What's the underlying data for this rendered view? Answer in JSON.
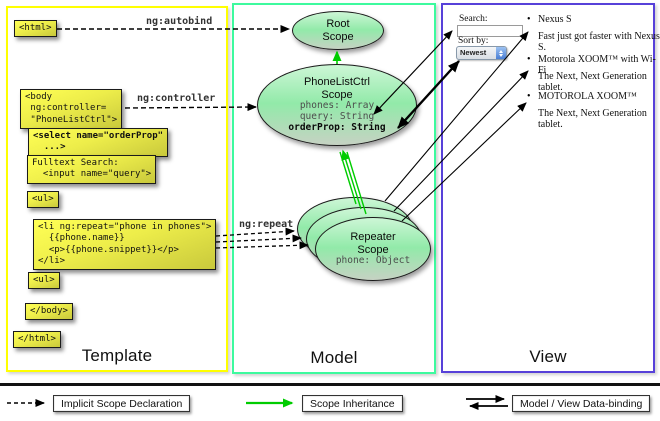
{
  "panels": {
    "template": {
      "title": "Template"
    },
    "model": {
      "title": "Model"
    },
    "view": {
      "title": "View"
    }
  },
  "template": {
    "boxes": {
      "html_open": "<html>",
      "body_open": "<body\n ng:controller=\n \"PhoneListCtrl\">",
      "select": "<select name=\"orderProp\"\n  ...>",
      "fulltext": "Fulltext Search:\n  <input name=\"query\">",
      "ul_open": "<ul>",
      "li_repeat": "<li ng:repeat=\"phone in phones\">\n  {{phone.name}}\n  <p>{{phone.snippet}}</p>\n</li>",
      "ul_close": "<ul>",
      "body_close": "</body>",
      "html_close": "</html>"
    },
    "labels": {
      "autobind": "ng:autobind",
      "controller": "ng:controller",
      "repeat": "ng:repeat"
    }
  },
  "model": {
    "root_scope": {
      "title": "Root\nScope"
    },
    "phonelist_scope": {
      "title": "PhoneListCtrl\nScope",
      "props": [
        "phones: Array",
        "query: String"
      ],
      "bold_prop": "orderProp: String"
    },
    "repeater_scope": {
      "title": "Repeater\nScope",
      "prop": "phone: Object"
    }
  },
  "view": {
    "search_label": "Search:",
    "sort_label": "Sort by:",
    "sort_value": "Newest",
    "bullet": "•",
    "items": [
      {
        "name": "Nexus S",
        "desc": "Fast just got faster with Nexus S."
      },
      {
        "name": "Motorola XOOM™ with Wi-Fi",
        "desc": "The Next, Next Generation tablet."
      },
      {
        "name": "MOTOROLA XOOM™",
        "desc": "The Next, Next Generation tablet."
      }
    ]
  },
  "legend": {
    "implicit": "Implicit Scope Declaration",
    "inheritance": "Scope Inheritance",
    "binding": "Model / View Data-binding"
  },
  "colors": {
    "template_border": "#ffff00",
    "model_border": "#3dfa9e",
    "view_border": "#5741d9",
    "scope_fill_top": "#cdf6d6",
    "scope_fill_mid": "#92eaa9",
    "code_box_fill": "#ffff55",
    "inheritance_green": "#00cc00"
  }
}
